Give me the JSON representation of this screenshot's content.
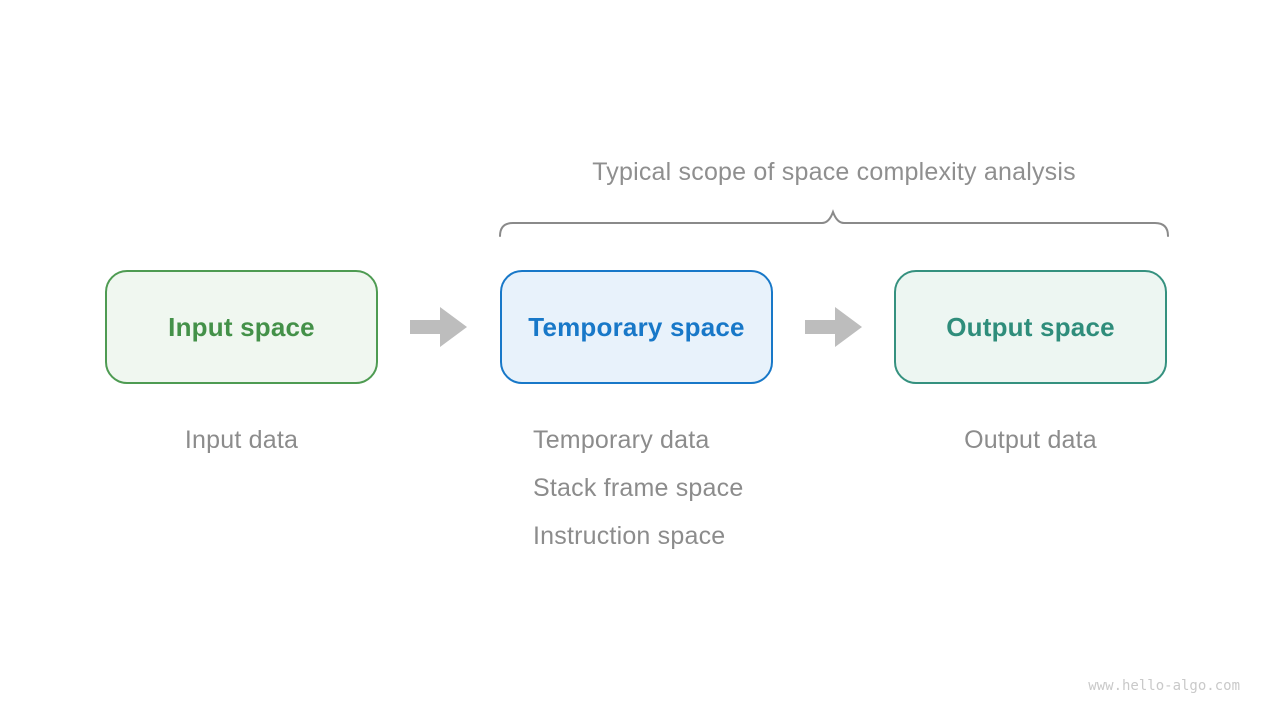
{
  "title": {
    "text": "Typical scope of space complexity analysis"
  },
  "boxes": [
    {
      "id": "input-space",
      "label": "Input space",
      "border_color": "#4e9b52",
      "fill_color": "#f0f7f0",
      "text_color": "#449149"
    },
    {
      "id": "temporary-space",
      "label": "Temporary space",
      "border_color": "#1878c8",
      "fill_color": "#e8f2fb",
      "text_color": "#1878c8"
    },
    {
      "id": "output-space",
      "label": "Output space",
      "border_color": "#35917f",
      "fill_color": "#edf6f2",
      "text_color": "#2f8d7b"
    }
  ],
  "captions": {
    "input": "Input data",
    "temporary_lines": [
      "Temporary data",
      "Stack frame space",
      "Instruction space"
    ],
    "output": "Output data"
  },
  "watermark": "www.hello-algo.com",
  "colors": {
    "background": "#ffffff",
    "arrow": "#bdbdbd",
    "brace": "#8a8a8a",
    "caption_text": "#8c8c8c",
    "title_text": "#8f8f8f",
    "watermark_text": "#c9c9c9"
  }
}
